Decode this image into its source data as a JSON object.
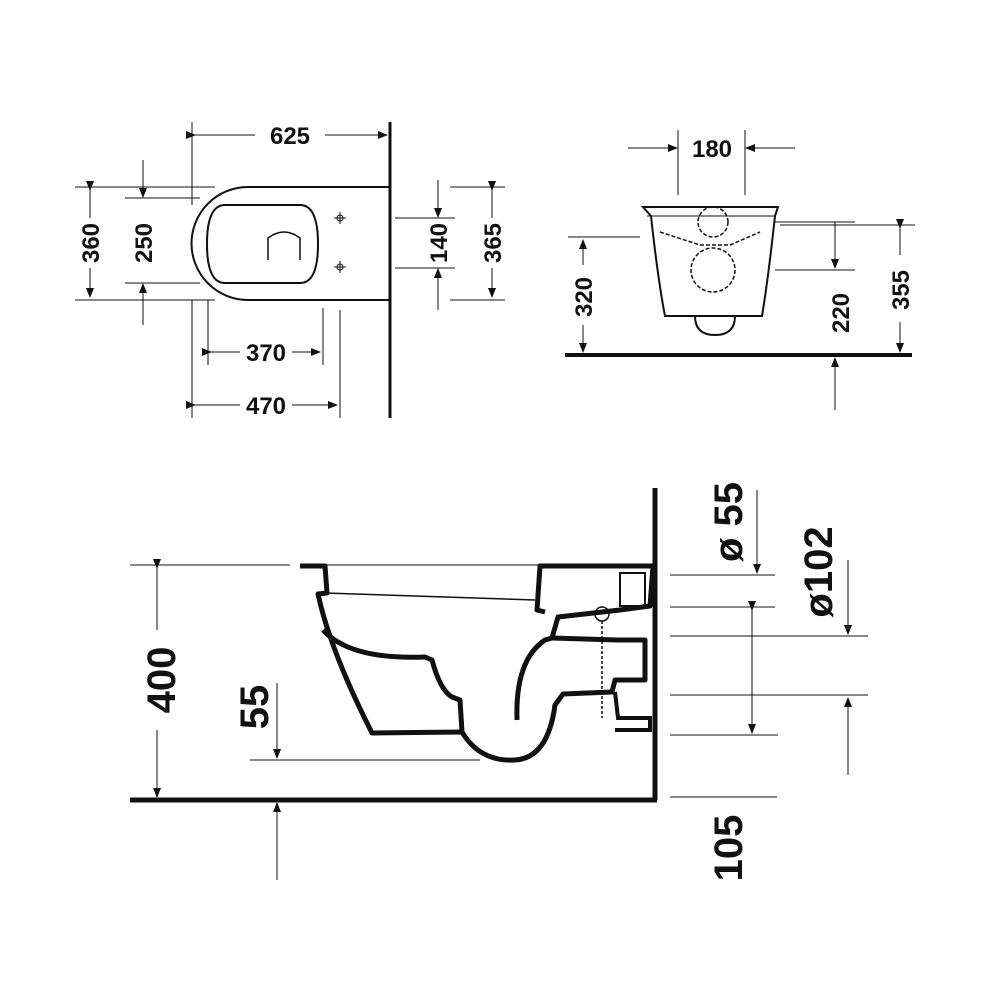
{
  "colors": {
    "line": "#111111",
    "background": "#ffffff"
  },
  "top_view": {
    "width": "625",
    "length_a": "360",
    "inner_a": "250",
    "fix_spacing": "140",
    "length_b": "365",
    "front_a": "370",
    "front_b": "470"
  },
  "front_view": {
    "width": "180",
    "height_a": "320",
    "height_b": "220",
    "height_c": "355"
  },
  "side_view": {
    "height": "400",
    "depth": "55",
    "floor_offset": "105",
    "inlet": "ø 55",
    "outlet": "ø102"
  }
}
